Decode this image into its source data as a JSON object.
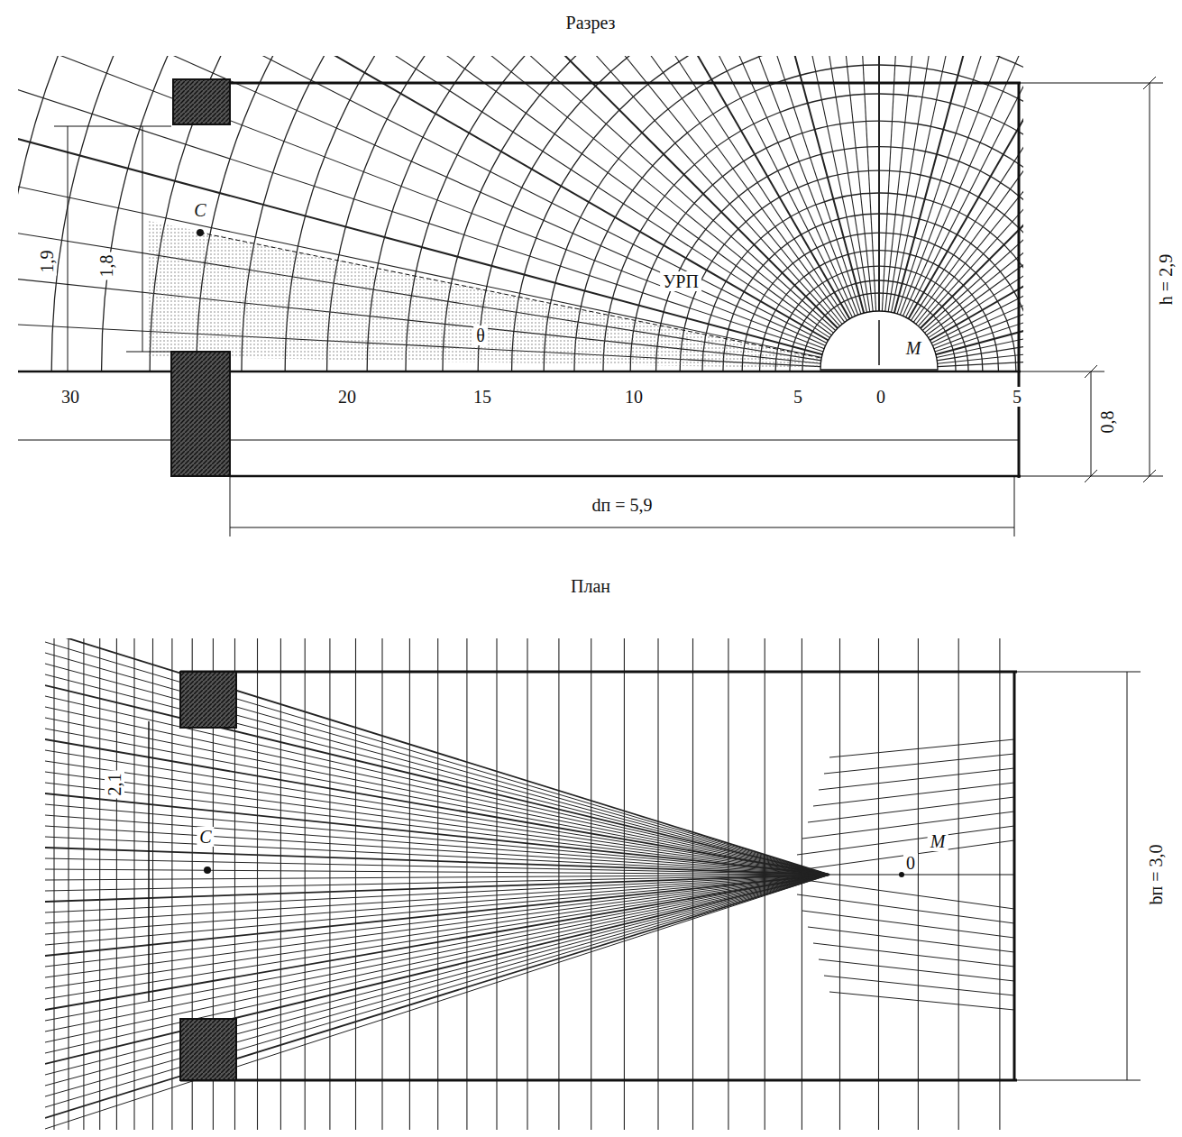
{
  "diagram": {
    "labels": [
      "Разрез",
      "План",
      "С",
      "1,9",
      "1,8",
      "УРП",
      "θ",
      "М",
      "30",
      "20",
      "15",
      "10",
      "5",
      "0",
      "5",
      "0,8",
      "h = 2,9",
      "dп = 5,9",
      "2,1",
      "С",
      "0",
      "М",
      "bп = 3,0"
    ]
  }
}
